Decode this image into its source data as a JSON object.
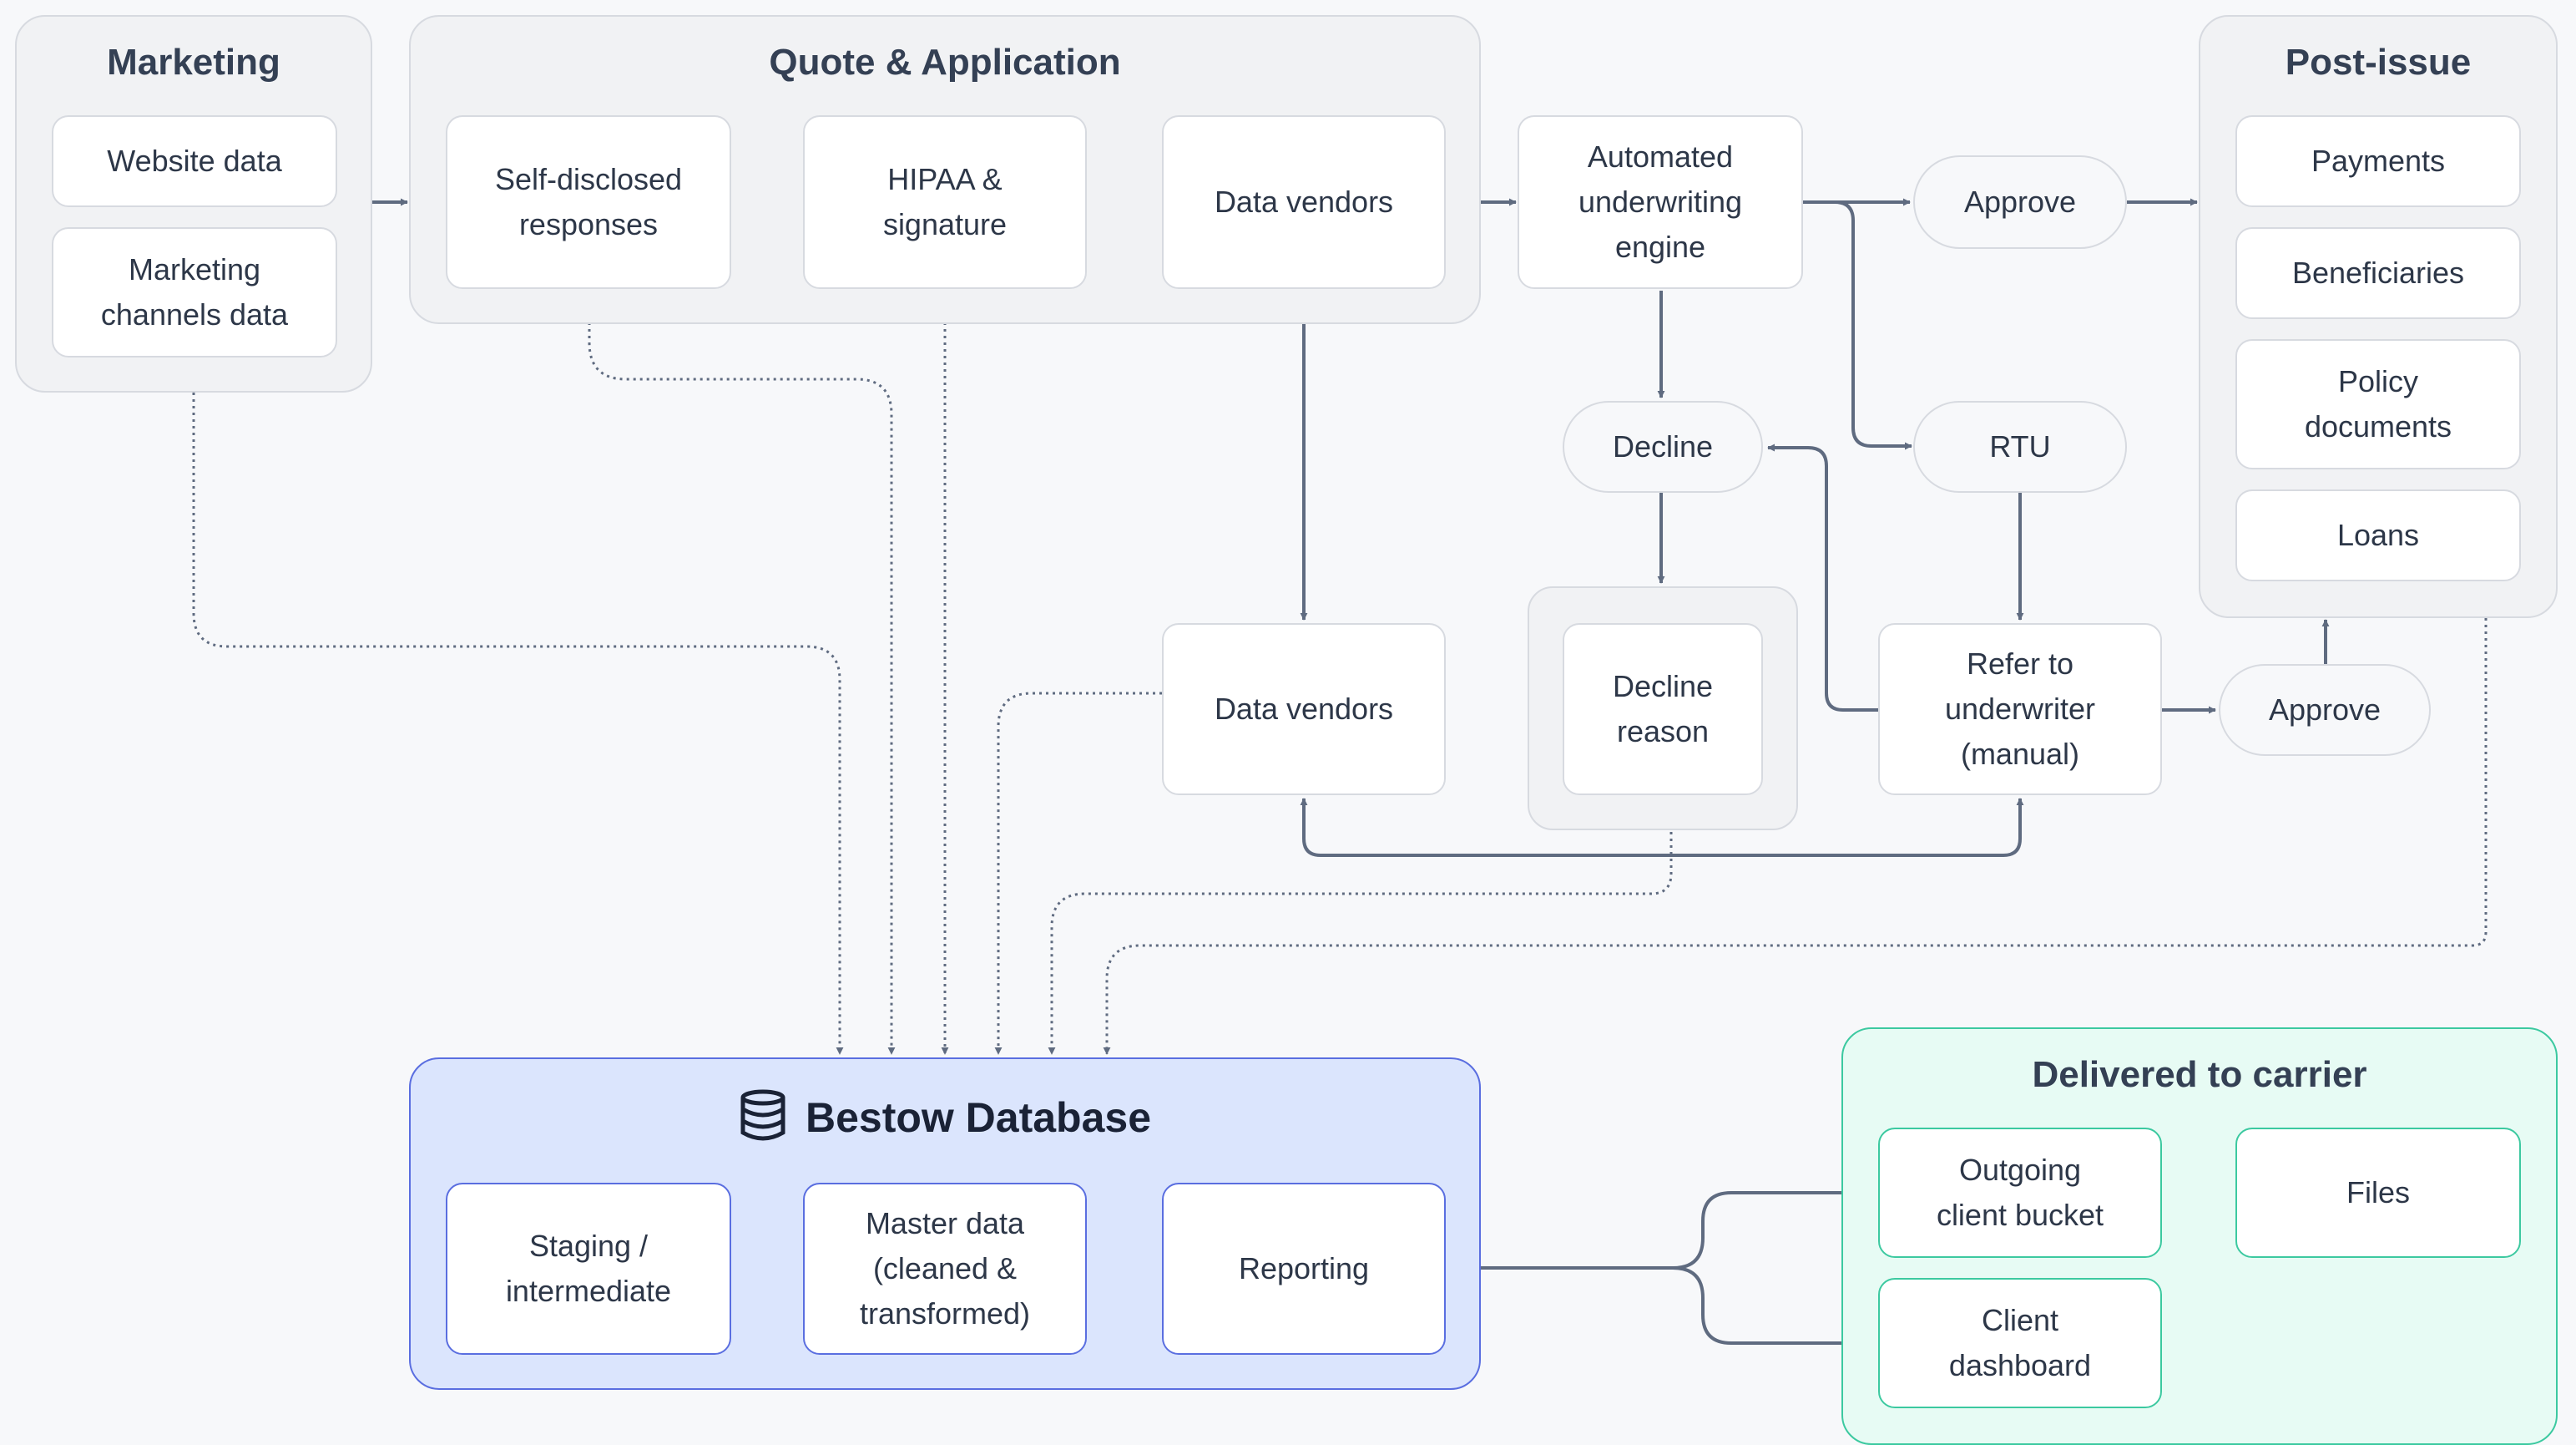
{
  "colors": {
    "background": "#f7f8fa",
    "group_gray": "#f1f2f4",
    "border_gray": "#d7dae0",
    "arrow": "#5f6b80",
    "database_fill": "#dbe5fd",
    "database_border": "#5a6ee0",
    "carrier_fill": "#e7fbf4",
    "carrier_border": "#3cc9a0"
  },
  "groups": {
    "marketing": "Marketing",
    "quote": "Quote & Application",
    "post_issue": "Post-issue",
    "database": "Bestow Database",
    "carrier": "Delivered to carrier"
  },
  "nodes": {
    "website_data": "Website data",
    "marketing_channels": "Marketing\nchannels data",
    "self_disclosed": "Self-disclosed\nresponses",
    "hipaa": "HIPAA &\nsignature",
    "data_vendors_top": "Data vendors",
    "auto_uw": "Automated\nunderwriting\nengine",
    "approve_top": "Approve",
    "payments": "Payments",
    "beneficiaries": "Beneficiaries",
    "policy_documents": "Policy\ndocuments",
    "loans": "Loans",
    "decline": "Decline",
    "rtu": "RTU",
    "decline_reason": "Decline\nreason",
    "data_vendors_mid": "Data vendors",
    "refer_underwriter": "Refer to\nunderwriter\n(manual)",
    "approve_mid": "Approve",
    "staging": "Staging /\nintermediate",
    "master_data": "Master data\n(cleaned &\ntransformed)",
    "reporting": "Reporting",
    "outgoing_bucket": "Outgoing\nclient bucket",
    "files": "Files",
    "client_dashboard": "Client\ndashboard"
  },
  "icons": {
    "database": "database-icon"
  }
}
